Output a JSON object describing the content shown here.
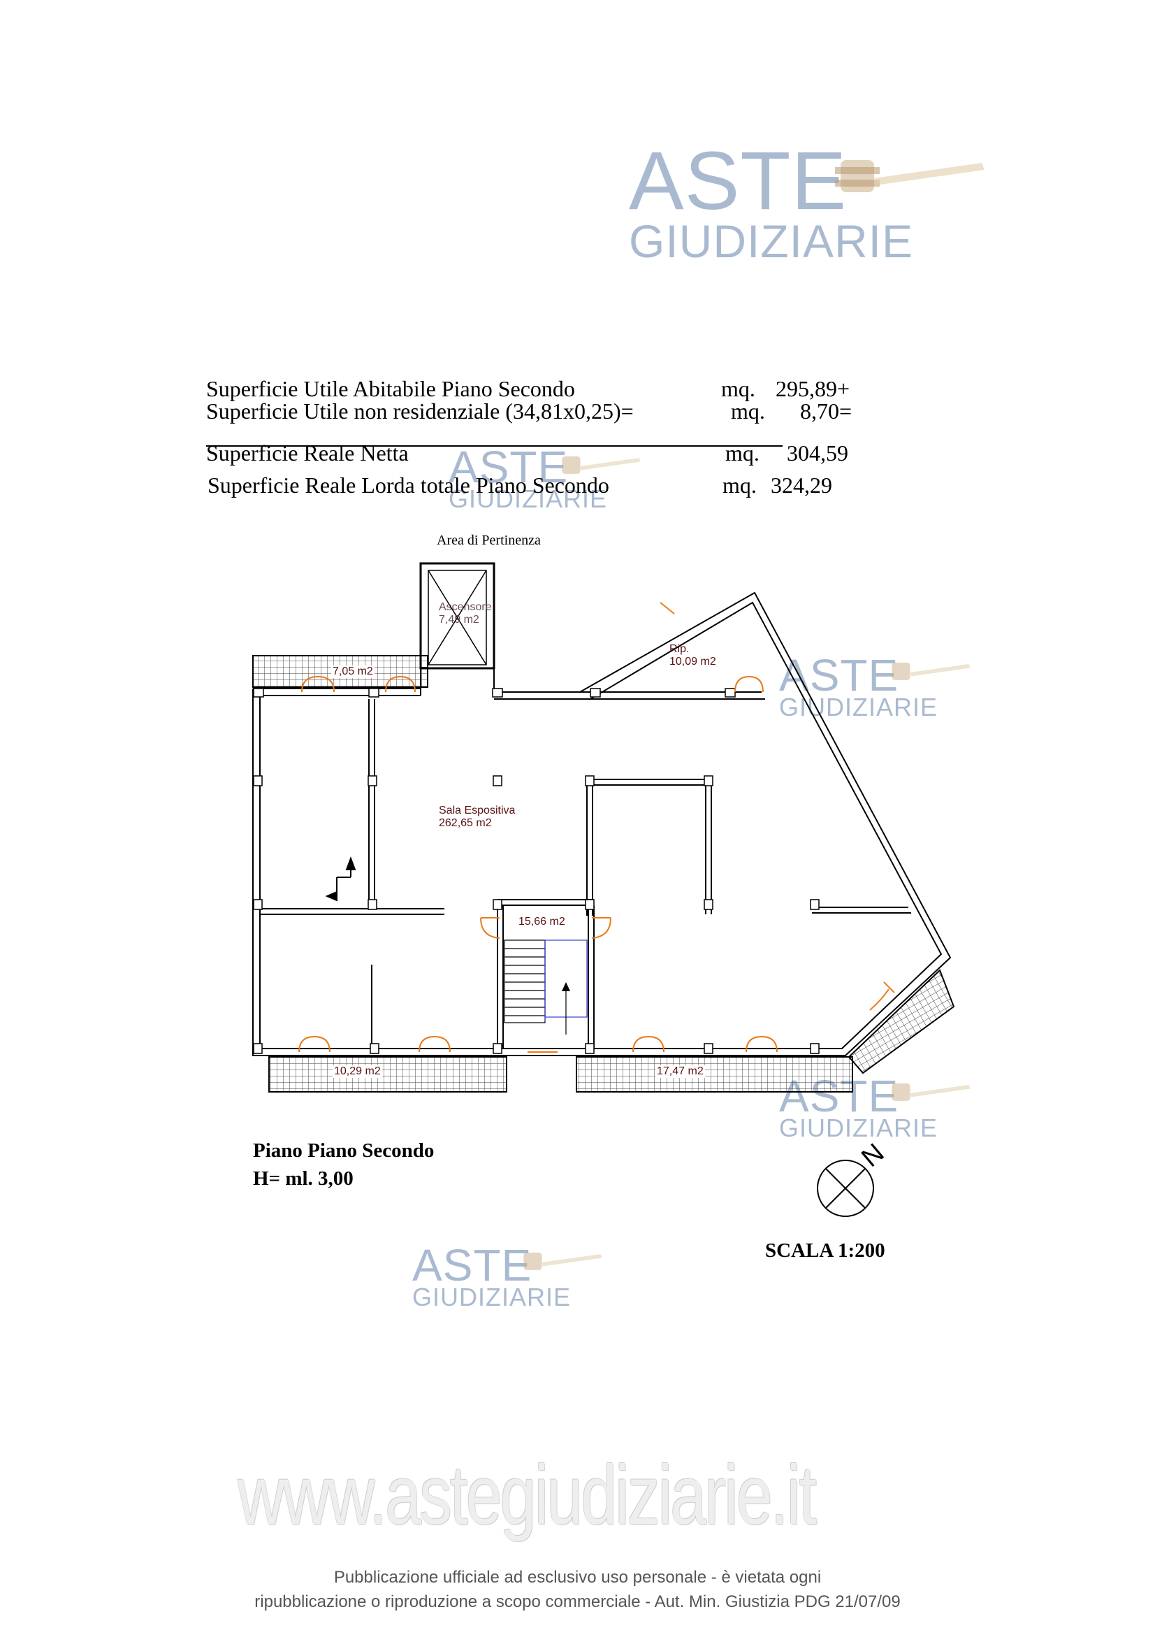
{
  "watermark": {
    "line1": "ASTE",
    "line2": "GIUDIZIARIE"
  },
  "summary": {
    "rows": [
      {
        "label": "Superficie Utile Abitabile Piano Secondo",
        "unit": "mq.",
        "value": "295,89+"
      },
      {
        "label": "Superficie Utile non residenziale (34,81x0,25)=",
        "unit": "mq.",
        "value": "8,70="
      },
      {
        "label": "Superficie Reale Netta",
        "unit": "mq.",
        "value": "304,59"
      },
      {
        "label": "Superficie Reale Lorda totale Piano Secondo",
        "unit": "mq.",
        "value": "324,29"
      }
    ]
  },
  "plan": {
    "area_pertinenza": "Area di Pertinenza",
    "ascensore_name": "Ascensore",
    "ascensore_area": "7,49 m2",
    "balcony_top": "7,05 m2",
    "rip_name": "Rip.",
    "rip_area": "10,09 m2",
    "sala_name": "Sala Espositiva",
    "sala_area": "262,65 m2",
    "stairs_area": "15,66 m2",
    "balcony_bottom_left": "10,29 m2",
    "balcony_bottom_right": "17,47 m2",
    "north": "N"
  },
  "caption": {
    "floor": "Piano Piano Secondo",
    "height": "H= ml. 3,00",
    "scale": "SCALA 1:200"
  },
  "footer": {
    "url": "www.astegiudiziarie.it",
    "note_line1": "Pubblicazione ufficiale ad esclusivo uso personale - è vietata ogni",
    "note_line2": "ripubblicazione o riproduzione a scopo commerciale - Aut. Min. Giustizia PDG 21/07/09"
  },
  "colors": {
    "watermark": "#a9bad0",
    "door": "#e87d1a",
    "room_label": "#5a1010",
    "hatch": "#444444"
  }
}
